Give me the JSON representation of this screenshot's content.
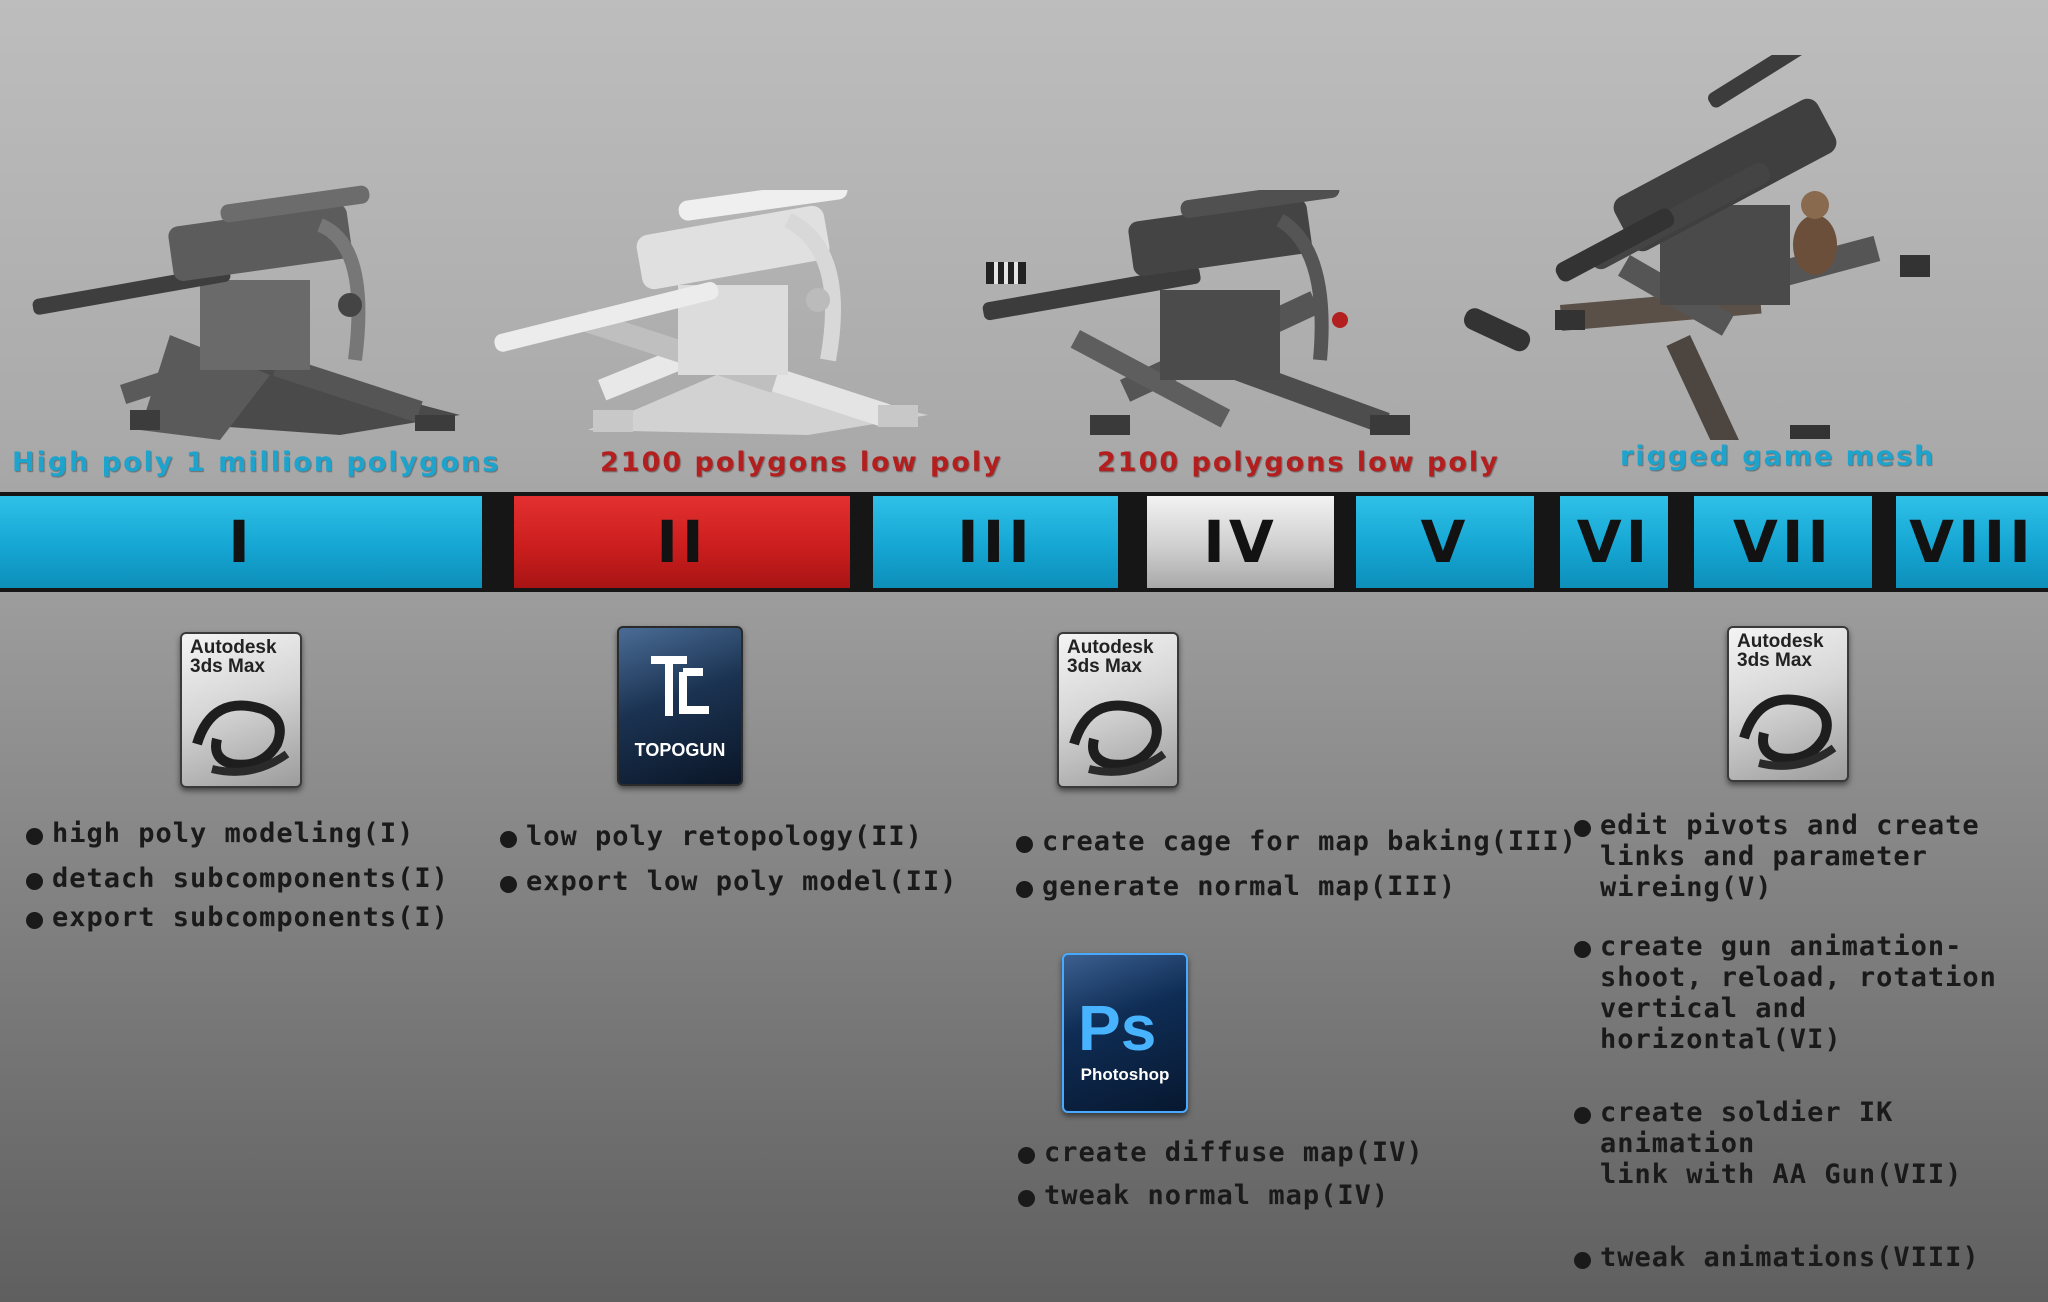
{
  "captions": [
    {
      "text": "High poly 1 million polygons",
      "color": "#1da3cc"
    },
    {
      "text": "2100 polygons low poly",
      "color": "#b31e1e"
    },
    {
      "text": "2100 polygons low poly",
      "color": "#b31e1e"
    },
    {
      "text": "rigged game mesh",
      "color": "#1da3cc"
    }
  ],
  "stages": [
    {
      "label": "I",
      "color": "#16a6d3"
    },
    {
      "label": "II",
      "color": "#cc1e1e"
    },
    {
      "label": "III",
      "color": "#16a6d3"
    },
    {
      "label": "IV",
      "color": "#cfcfcf"
    },
    {
      "label": "V",
      "color": "#16a6d3"
    },
    {
      "label": "VI",
      "color": "#16a6d3"
    },
    {
      "label": "VII",
      "color": "#16a6d3"
    },
    {
      "label": "VIII",
      "color": "#16a6d3"
    }
  ],
  "software": {
    "max_1": {
      "line1": "Autodesk",
      "line2": "3ds Max",
      "icon": "3ds-max-icon"
    },
    "topogun": {
      "label": "TOPOGUN",
      "icon": "topogun-icon"
    },
    "max_2": {
      "line1": "Autodesk",
      "line2": "3ds Max",
      "icon": "3ds-max-icon"
    },
    "photoshop": {
      "mark": "Ps",
      "label": "Photoshop",
      "icon": "photoshop-icon"
    },
    "max_3": {
      "line1": "Autodesk",
      "line2": "3ds Max",
      "icon": "3ds-max-icon"
    }
  },
  "tasks": {
    "col1": [
      "high poly modeling(I)",
      "detach subcomponents(I)",
      "export subcomponents(I)"
    ],
    "col2": [
      " low poly retopology(II)",
      "export low poly model(II)"
    ],
    "col3": [
      "create cage for map baking(III)",
      "generate normal map(III)"
    ],
    "col3b": [
      "create diffuse map(IV)",
      "tweak normal map(IV)"
    ],
    "col4": [
      "edit pivots and create\nlinks and parameter\nwireing(V)",
      "create gun animation-\nshoot, reload, rotation\nvertical and horizontal(VI)",
      "create soldier IK animation\nlink with AA Gun(VII)",
      "tweak animations(VIII)"
    ]
  }
}
